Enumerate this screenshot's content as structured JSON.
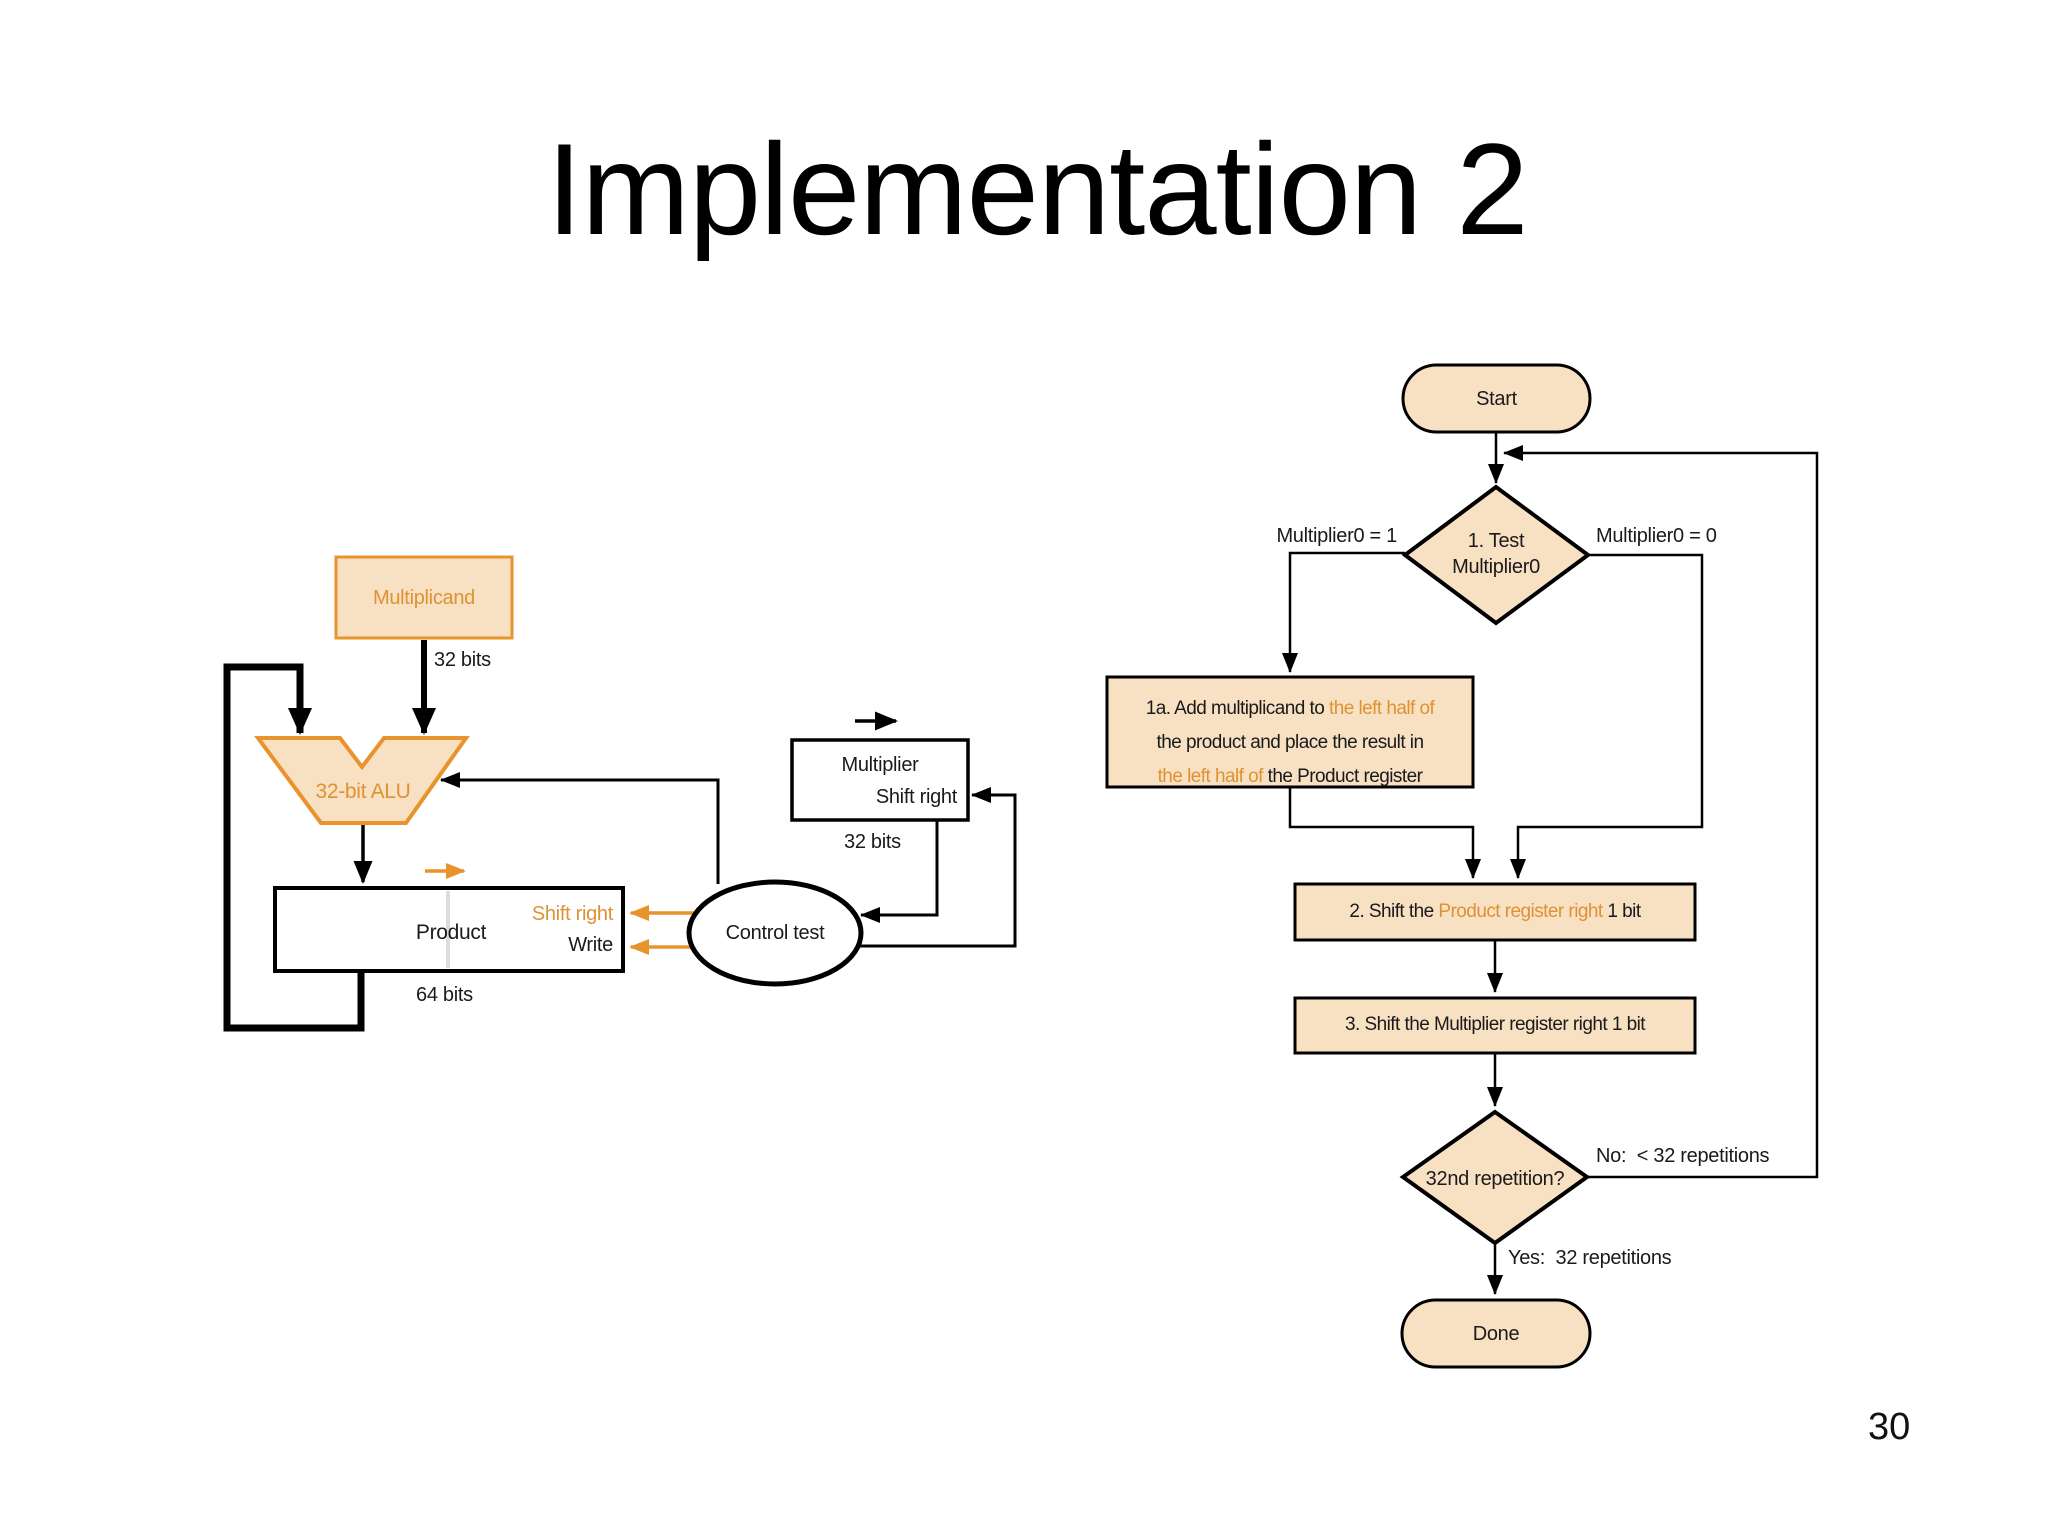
{
  "slide": {
    "title": "Implementation 2",
    "page_number": "30"
  },
  "colors": {
    "tan_fill": "#F8E0C3",
    "orange_border": "#E8932C",
    "orange_text": "#DE9232",
    "line_black": "#000000"
  },
  "datapath": {
    "multiplicand": "Multiplicand",
    "multiplicand_width": "32 bits",
    "alu": "32-bit ALU",
    "product": "Product",
    "product_ctrl_shift": "Shift right",
    "product_ctrl_write": "Write",
    "product_width": "64 bits",
    "multiplier": "Multiplier",
    "multiplier_ctrl_shift": "Shift right",
    "multiplier_width": "32 bits",
    "control": "Control test"
  },
  "flowchart": {
    "start": "Start",
    "test_line1": "1. Test",
    "test_line2": "Multiplier0",
    "branch_one": "Multiplier0 = 1",
    "branch_zero": "Multiplier0 = 0",
    "step1a_l1_black": "1a. Add multiplicand to ",
    "step1a_l1_orange": "the left half of",
    "step1a_l2": "the product and place the result in",
    "step1a_l3_orange": "the left half of ",
    "step1a_l3_black": "the Product register",
    "step2_pre": "2. Shift the ",
    "step2_orange": "Product register right",
    "step2_post": " 1 bit",
    "step3": "3. Shift the Multiplier register right 1 bit",
    "repeat_test": "32nd repetition?",
    "no_label": "No:  < 32 repetitions",
    "yes_label": "Yes:  32 repetitions",
    "done": "Done"
  }
}
